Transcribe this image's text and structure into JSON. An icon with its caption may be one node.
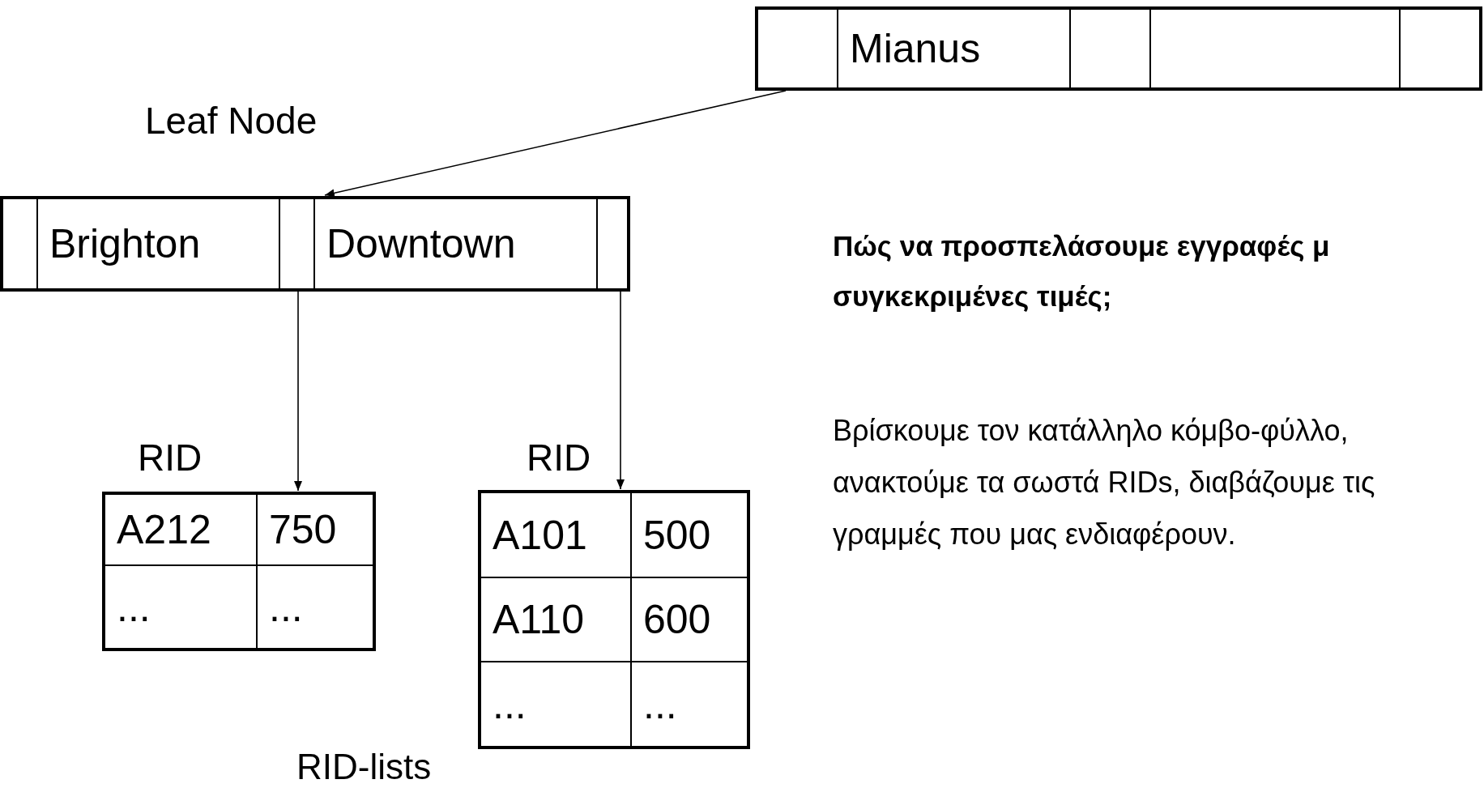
{
  "diagram": {
    "nodes": [
      {
        "text": [
          "Mianus"
        ]
      },
      {
        "text": [
          "Brighton",
          "Downtown"
        ],
        "beside": [
          "Leaf Node"
        ]
      },
      {
        "text": [
          "A212",
          "750",
          "...",
          "..."
        ],
        "beside": [
          "RID"
        ]
      },
      {
        "text": [
          "A101",
          "500",
          "A110",
          "600",
          "...",
          "..."
        ],
        "beside": [
          "RID"
        ]
      }
    ],
    "edges": [
      {
        "from": 0,
        "to": 1,
        "arrow": "to"
      },
      {
        "from": 1,
        "to": 2,
        "arrow": "to"
      },
      {
        "from": 1,
        "to": 3,
        "arrow": "to"
      }
    ],
    "labels": [
      "Πώς να προσπελάσουμε εγγραφές μ",
      "συγκεκριμένες τιμές;",
      "Βρίσκουμε τον κατάλληλο κόμβο-φύλλο, ανακτούμε τα σωστά RIDs, διαβάζουμε τις γραμμές που μας ενδιαφέρουν.",
      "RID-lists"
    ]
  }
}
